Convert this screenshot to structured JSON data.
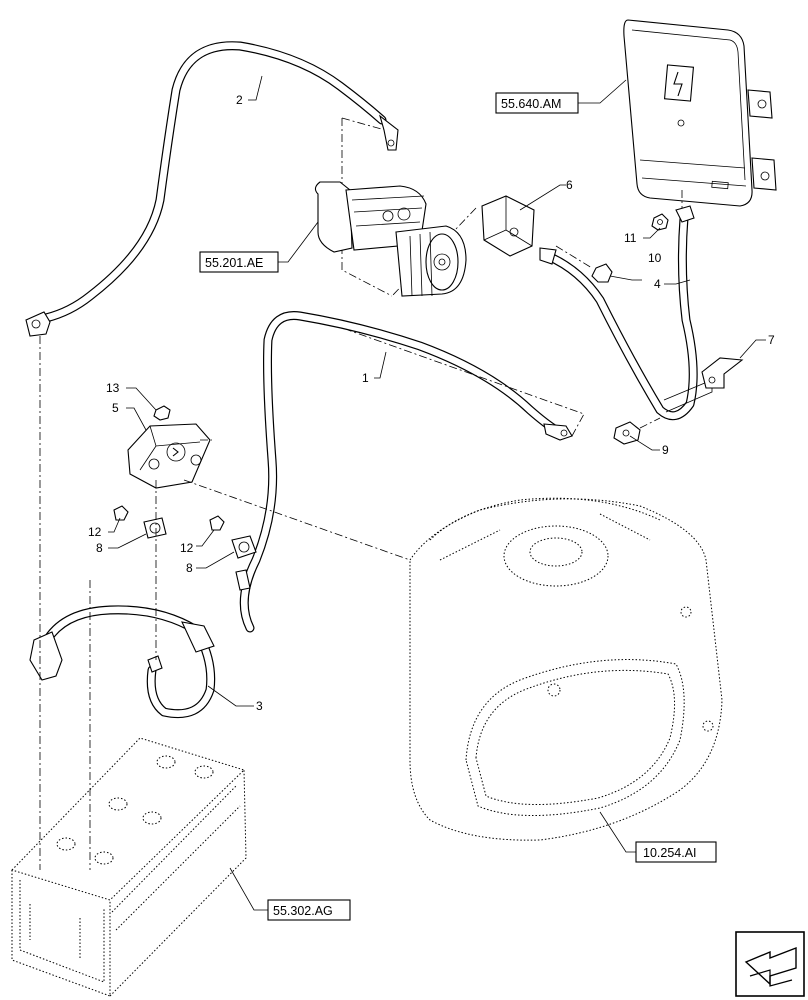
{
  "references": {
    "ecu": "55.640.AM",
    "starter": "55.201.AE",
    "tank": "10.254.AI",
    "battery": "55.302.AG"
  },
  "callouts": {
    "c1": "1",
    "c2": "2",
    "c3": "3",
    "c4": "4",
    "c5": "5",
    "c6": "6",
    "c7": "7",
    "c8a": "8",
    "c8b": "8",
    "c9": "9",
    "c10": "10",
    "c11": "11",
    "c12a": "12",
    "c12b": "12",
    "c13": "13"
  },
  "icons": {
    "nav": "next-page-arrow-icon"
  }
}
